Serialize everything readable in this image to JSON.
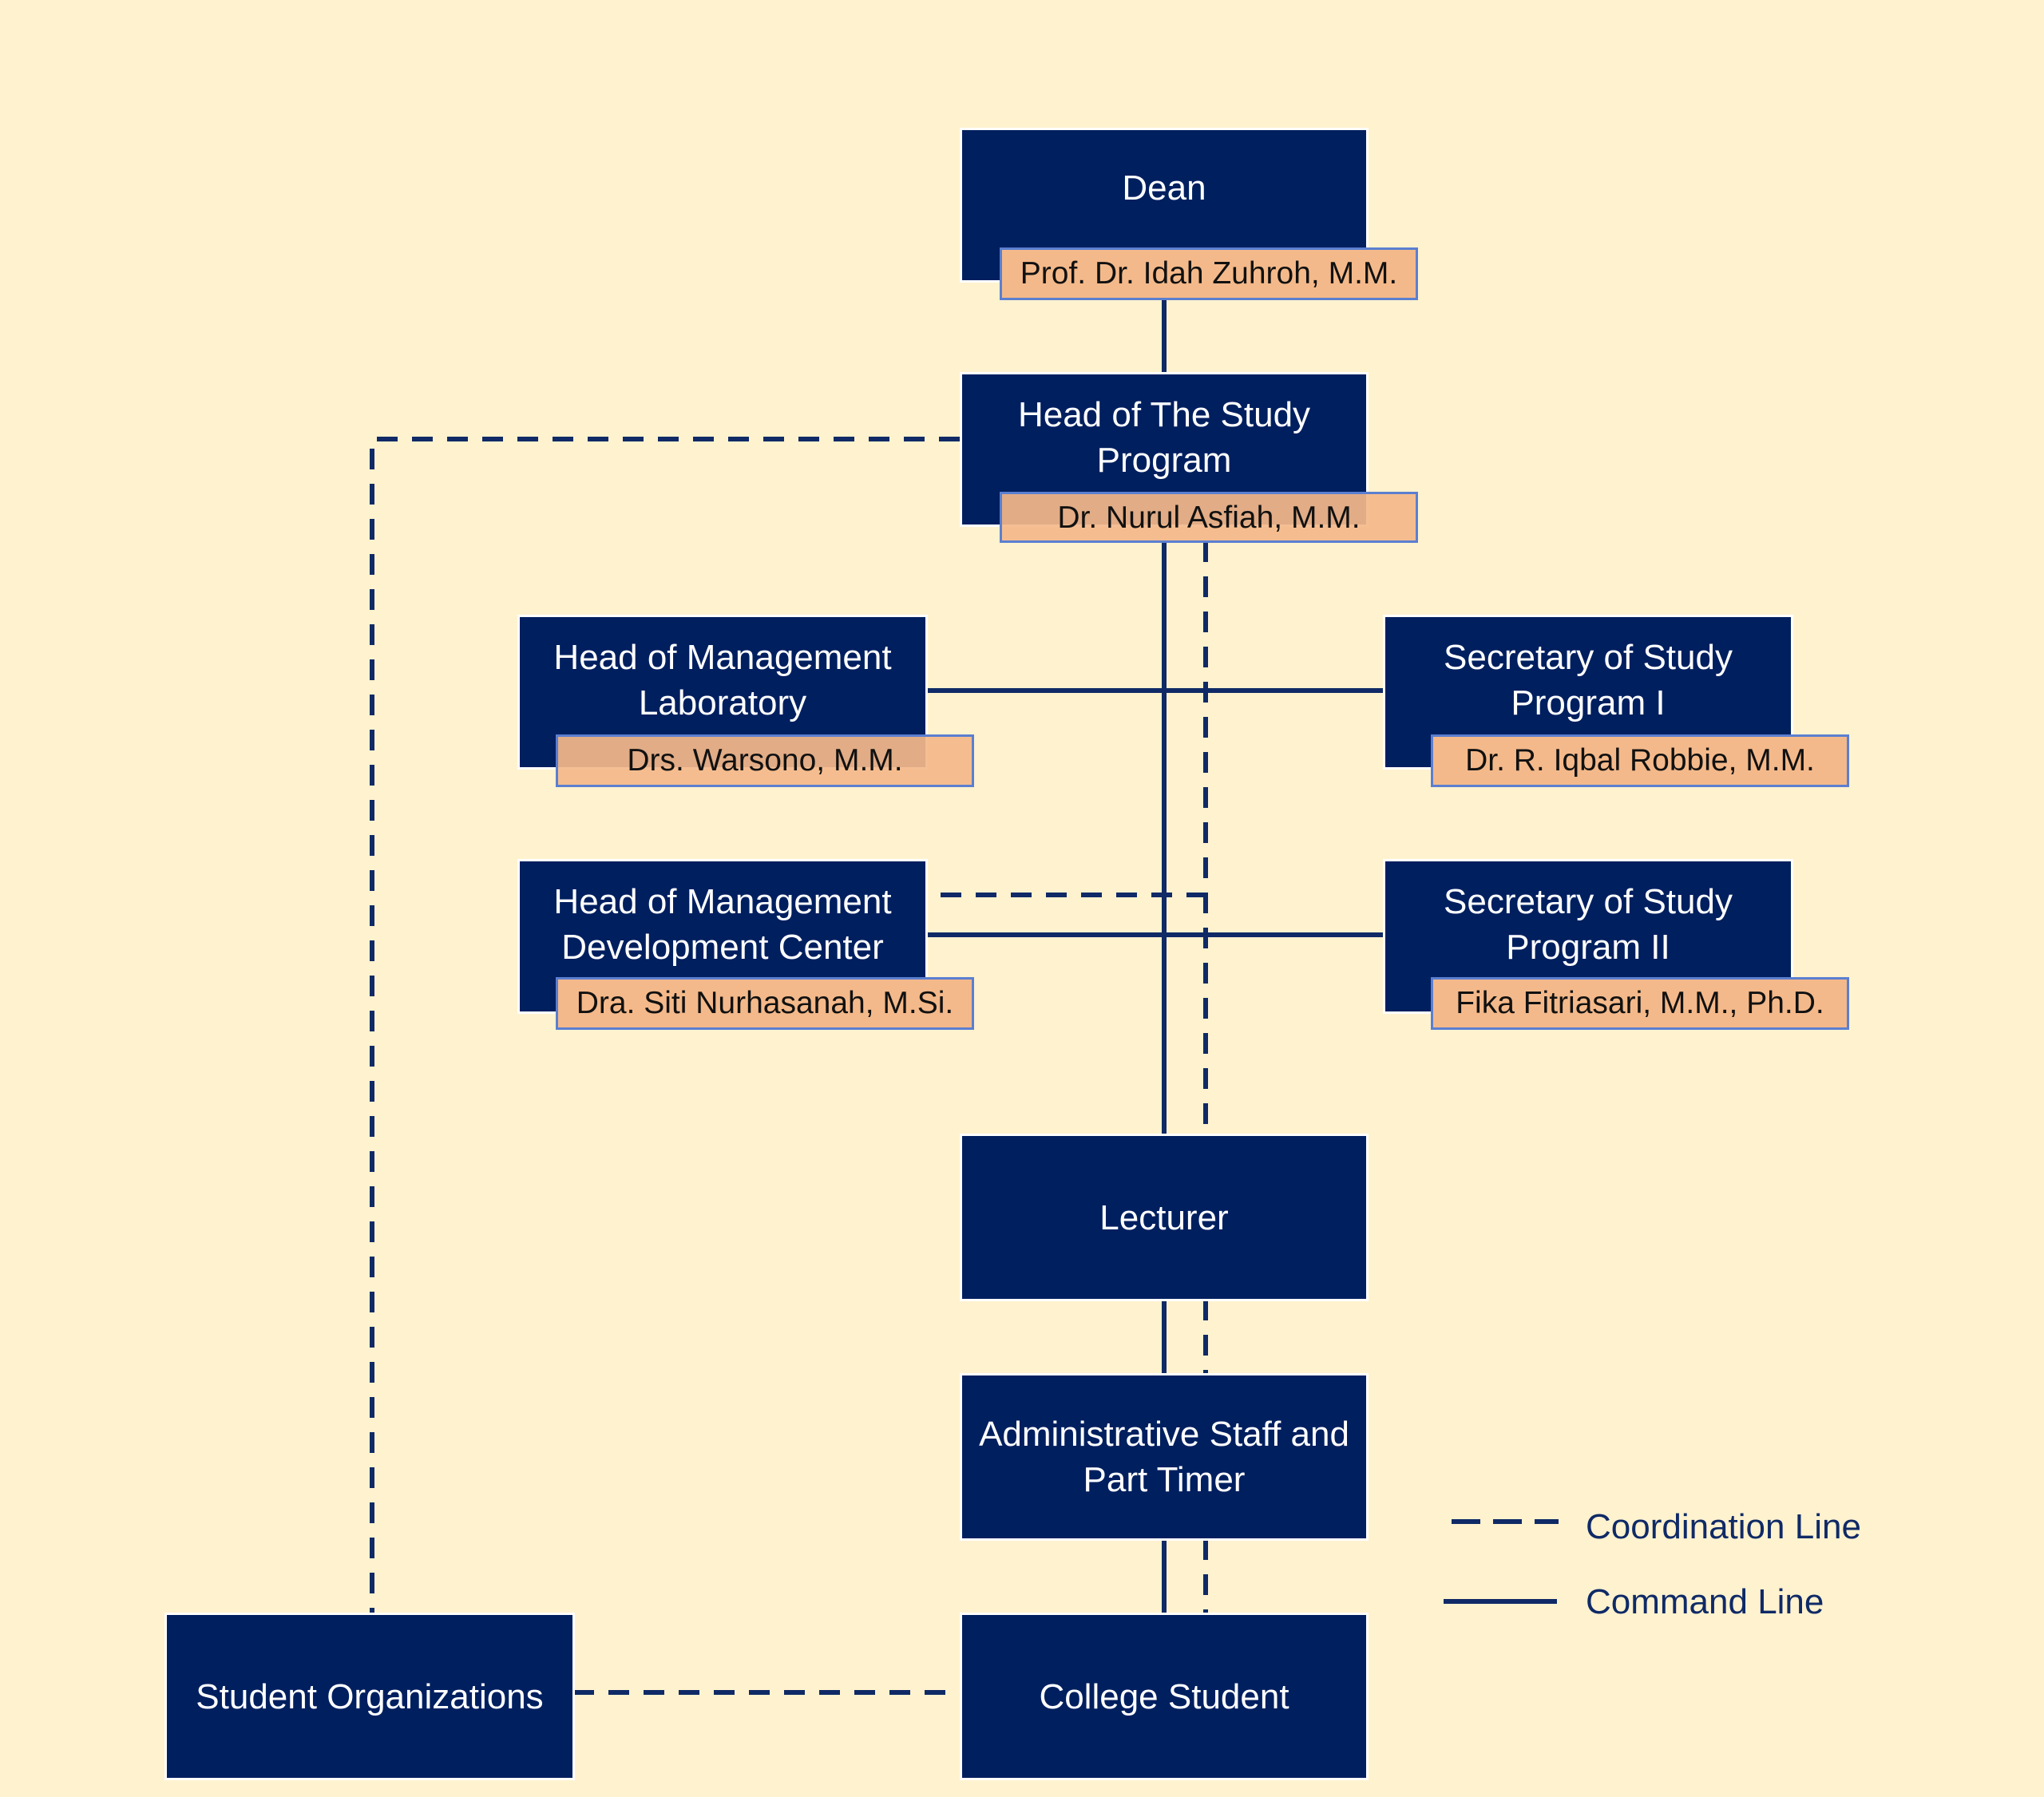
{
  "nodes": {
    "dean": {
      "role": "Dean",
      "name": "Prof. Dr. Idah Zuhroh, M.M."
    },
    "head_study": {
      "role": "Head of The Study\nProgram",
      "name": "Dr. Nurul Asfiah, M.M."
    },
    "head_lab": {
      "role": "Head of Management\nLaboratory",
      "name": "Drs. Warsono, M.M."
    },
    "sec1": {
      "role": "Secretary of Study\nProgram I",
      "name": "Dr. R. Iqbal Robbie, M.M."
    },
    "head_mdc": {
      "role": "Head of Management\nDevelopment Center",
      "name": "Dra. Siti Nurhasanah, M.Si."
    },
    "sec2": {
      "role": "Secretary of Study\nProgram II",
      "name": "Fika Fitriasari, M.M., Ph.D."
    },
    "lecturer": {
      "role": "Lecturer"
    },
    "admin": {
      "role": "Administrative Staff and\nPart Timer"
    },
    "student_org": {
      "role": "Student Organizations"
    },
    "college_student": {
      "role": "College Student"
    }
  },
  "legend": {
    "coordination": "Coordination Line",
    "command": "Command Line"
  },
  "colors": {
    "background": "#fff2cf",
    "box": "#001f5f",
    "name_fill": "#f4b98a",
    "name_border": "#5b7fd0",
    "line": "#0f2a66"
  }
}
